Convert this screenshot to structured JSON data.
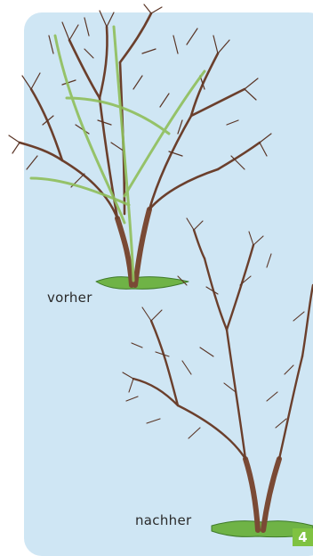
{
  "labels": {
    "before": "vorher",
    "after": "nachher"
  },
  "step_badge": "4",
  "colors": {
    "background_panel": "#cfe6f4",
    "branch": "#7a4a35",
    "branch_outline": "#3a2618",
    "cut_branch_highlight": "#8fbf5a",
    "grass": "#6fb346",
    "badge": "#7fc241"
  }
}
